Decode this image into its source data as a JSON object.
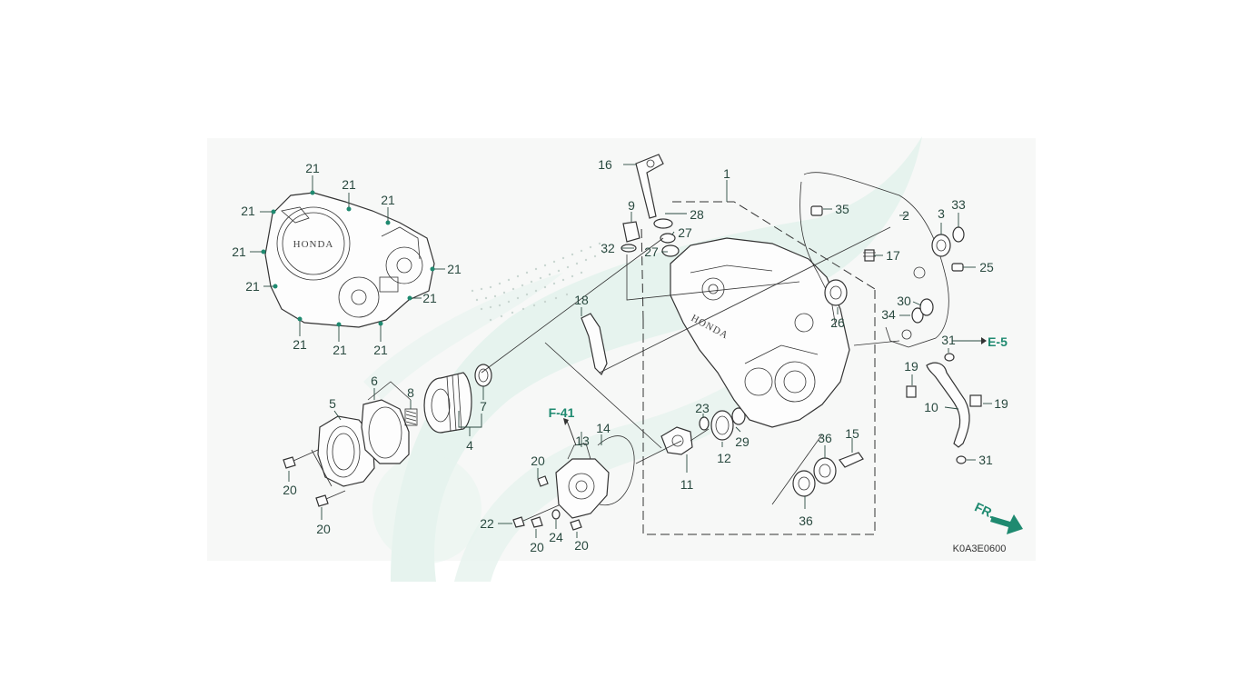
{
  "callouts": {
    "c1": "1",
    "c2": "2",
    "c3": "3",
    "c4": "4",
    "c5": "5",
    "c6": "6",
    "c7": "7",
    "c8": "8",
    "c9": "9",
    "c10": "10",
    "c11": "11",
    "c12": "12",
    "c13": "13",
    "c14": "14",
    "c15": "15",
    "c16": "16",
    "c17": "17",
    "c18": "18",
    "c19a": "19",
    "c19b": "19",
    "c20a": "20",
    "c20b": "20",
    "c20c": "20",
    "c20d": "20",
    "c20e": "20",
    "c21a": "21",
    "c21b": "21",
    "c21c": "21",
    "c21d": "21",
    "c21e": "21",
    "c21f": "21",
    "c21g": "21",
    "c21h": "21",
    "c21i": "21",
    "c21j": "21",
    "c21k": "21",
    "c22": "22",
    "c23": "23",
    "c24": "24",
    "c25": "25",
    "c26": "26",
    "c27a": "27",
    "c27b": "27",
    "c28": "28",
    "c29": "29",
    "c30": "30",
    "c31a": "31",
    "c31b": "31",
    "c32": "32",
    "c33": "33",
    "c34": "34",
    "c35": "35",
    "c36a": "36",
    "c36b": "36"
  },
  "refs": {
    "f41": "F-41",
    "e5": "E-5"
  },
  "direction": {
    "fr": "FR."
  },
  "logos": {
    "cover_logo": "HONDA",
    "case_logo": "HONDA"
  },
  "diagram_code": "K0A3E0600",
  "colors": {
    "accent": "#1f8a70",
    "watermark": "#e6f3ee",
    "line": "#333333"
  }
}
